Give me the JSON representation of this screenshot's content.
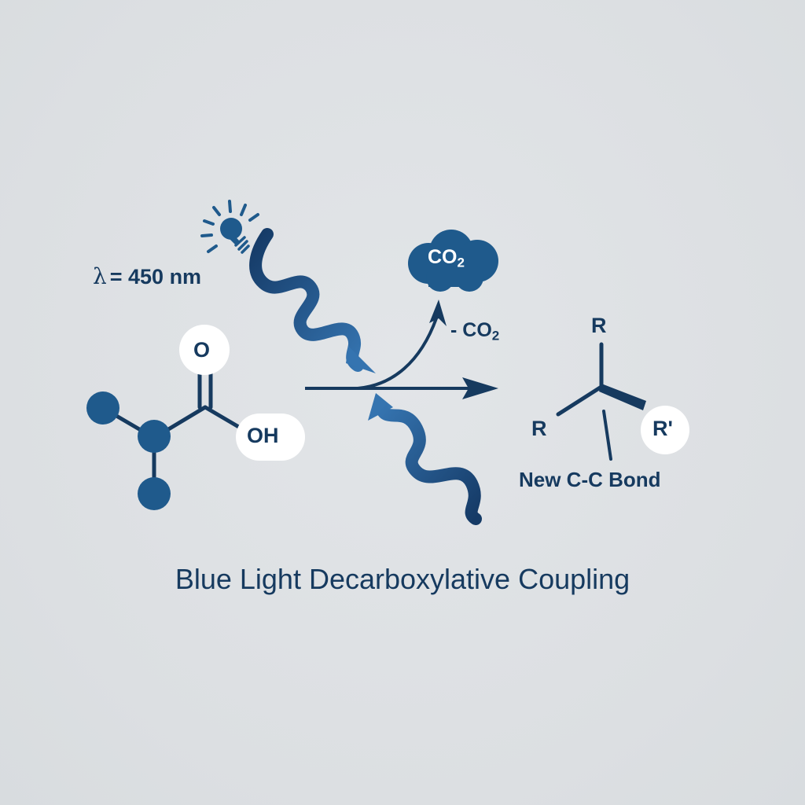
{
  "diagram": {
    "title": "Blue Light Decarboxylative Coupling",
    "light_source": {
      "icon": "lightbulb-icon",
      "wavelength_symbol": "λ",
      "wavelength_text": "= 450 nm"
    },
    "reactant": {
      "name": "carboxylic-acid",
      "atoms": {
        "carbonyl_oxygen": "O",
        "hydroxyl": "OH"
      }
    },
    "byproduct": {
      "cloud_label": "CO",
      "cloud_subscript": "2",
      "loss_label": "- CO",
      "loss_subscript": "2"
    },
    "product": {
      "substituent_top": "R",
      "substituent_left": "R",
      "substituent_new": "R'",
      "bond_annotation": "New C-C Bond"
    },
    "colors": {
      "background": "#dde1e4",
      "primary_dark": "#163a5f",
      "primary_mid": "#1f5a8c",
      "light_wave": "#2e6aa3",
      "label_bubble": "#ffffff"
    }
  }
}
